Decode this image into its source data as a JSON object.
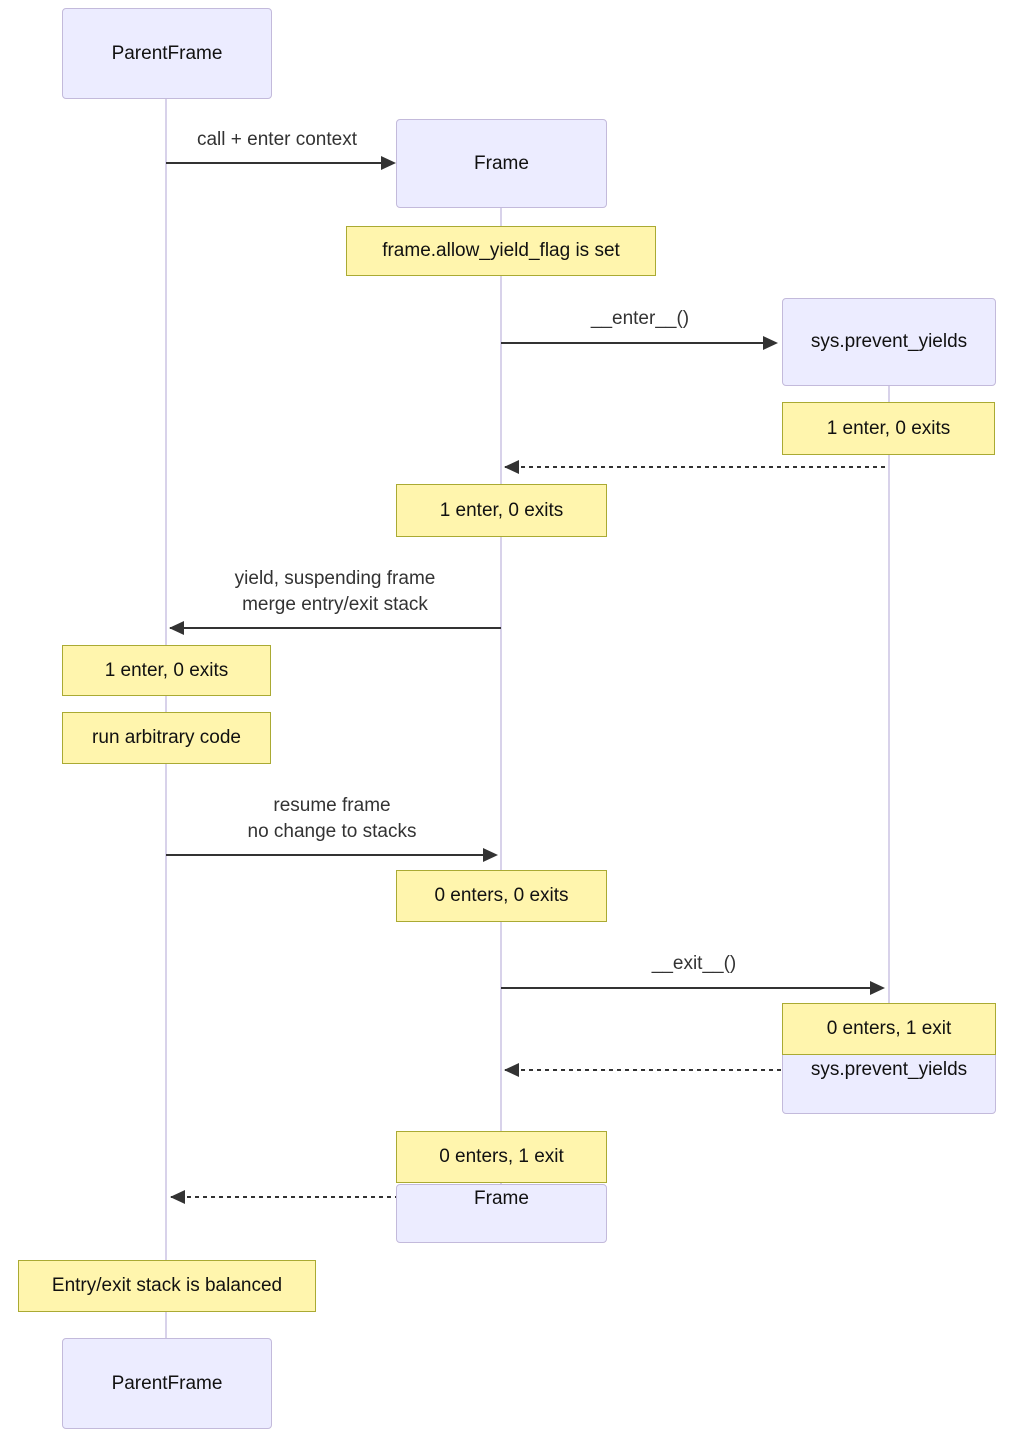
{
  "participants": {
    "parent": {
      "label": "ParentFrame"
    },
    "frame": {
      "label": "Frame"
    },
    "sys": {
      "label": "sys.prevent_yields"
    }
  },
  "messages": {
    "call": {
      "label": "call + enter context"
    },
    "enter": {
      "label": "__enter__()"
    },
    "yield": {
      "line1": "yield, suspending frame",
      "line2": "merge entry/exit stack"
    },
    "resume": {
      "line1": "resume frame",
      "line2": "no change to stacks"
    },
    "exit": {
      "label": "__exit__()"
    }
  },
  "notes": {
    "allow_flag": "frame.allow_yield_flag is set",
    "sys_enter": "1 enter, 0 exits",
    "frame_enter": "1 enter, 0 exits",
    "parent_enter": "1 enter, 0 exits",
    "run_code": "run arbitrary code",
    "frame_resume": "0 enters, 0 exits",
    "sys_exit": "0 enters, 1 exit",
    "frame_exit": "0 enters, 1 exit",
    "balanced": "Entry/exit stack is balanced"
  },
  "colors": {
    "actor_fill": "#ECECFF",
    "actor_border": "#c3badb",
    "note_fill": "#fff5ad",
    "note_border": "#aaaa33",
    "lifeline": "#d8d2ea",
    "arrow": "#333333",
    "text": "#111111"
  }
}
